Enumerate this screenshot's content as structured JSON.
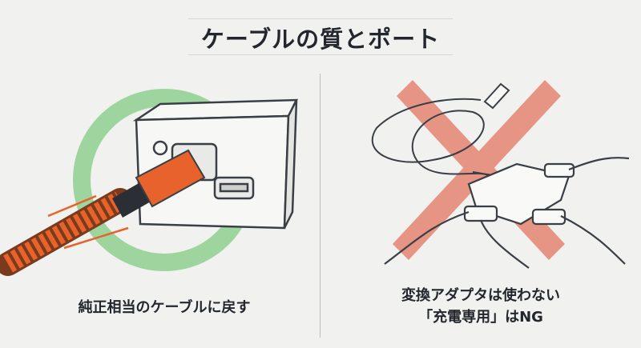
{
  "title": "ケーブルの質とポート",
  "left_panel": {
    "caption": "純正相当のケーブルに戻す",
    "status": "good",
    "ring_color": "#8fd08f",
    "cable_color": "#e8632b"
  },
  "right_panel": {
    "caption_line1": "変換アダプタは使わない",
    "caption_line2": "「充電専用」はNG",
    "status": "bad",
    "cross_color": "#e58471"
  }
}
